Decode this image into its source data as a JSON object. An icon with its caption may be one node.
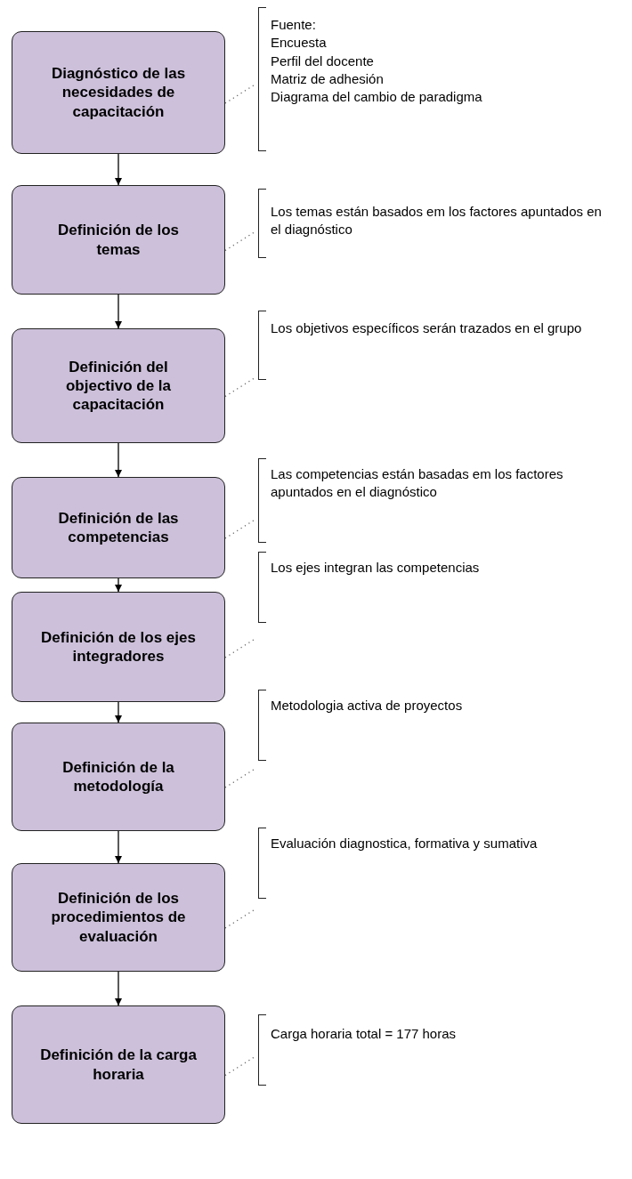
{
  "diagram": {
    "nodes": [
      {
        "text": [
          "Diagnóstico de las necesidades de capacitación"
        ]
      },
      {
        "text": [
          "Fuente:",
          "Encuesta",
          "Perfil del docente",
          "Matriz de adhesión",
          "Diagrama del cambio de paradigma"
        ]
      },
      {
        "text": [
          "Definición de los temas"
        ]
      },
      {
        "text": [
          "Los temas están basados em los factores apuntados en el diagnóstico"
        ]
      },
      {
        "text": [
          "Definición del objectivo de la capacitación"
        ]
      },
      {
        "text": [
          "Los objetivos específicos serán trazados en el grupo"
        ]
      },
      {
        "text": [
          "Definición de las competencias"
        ]
      },
      {
        "text": [
          "Las competencias están basadas em los factores apuntados en el diagnóstico"
        ]
      },
      {
        "text": [
          "Definición de los ejes integradores"
        ]
      },
      {
        "text": [
          "Los ejes integran las competencias"
        ]
      },
      {
        "text": [
          "Definición de la metodología"
        ]
      },
      {
        "text": [
          "Metodologia activa de proyectos"
        ]
      },
      {
        "text": [
          "Definición de los procedimientos de evaluación"
        ]
      },
      {
        "text": [
          "Evaluación diagnostica, formativa y sumativa"
        ]
      },
      {
        "text": [
          "Definición de la carga horaria"
        ]
      },
      {
        "text": [
          "Carga horaria total = 177 horas"
        ]
      }
    ],
    "edges": [
      {
        "from": 0,
        "to": 2,
        "arrow": "to",
        "color": "#000000"
      },
      {
        "from": 2,
        "to": 4,
        "arrow": "to",
        "color": "#000000"
      },
      {
        "from": 4,
        "to": 6,
        "arrow": "to",
        "color": "#000000"
      },
      {
        "from": 6,
        "to": 8,
        "arrow": "to",
        "color": "#000000"
      },
      {
        "from": 8,
        "to": 10,
        "arrow": "to",
        "color": "#000000"
      },
      {
        "from": 10,
        "to": 12,
        "arrow": "to",
        "color": "#000000"
      },
      {
        "from": 12,
        "to": 14,
        "arrow": "to",
        "color": "#000000"
      },
      {
        "from": 0,
        "to": 1,
        "arrow": "none",
        "style": "dashed"
      },
      {
        "from": 2,
        "to": 3,
        "arrow": "none",
        "style": "dashed"
      },
      {
        "from": 4,
        "to": 5,
        "arrow": "none",
        "style": "dashed"
      },
      {
        "from": 6,
        "to": 7,
        "arrow": "none",
        "style": "dashed"
      },
      {
        "from": 8,
        "to": 9,
        "arrow": "none",
        "style": "dashed"
      },
      {
        "from": 10,
        "to": 11,
        "arrow": "none",
        "style": "dashed"
      },
      {
        "from": 12,
        "to": 13,
        "arrow": "none",
        "style": "dashed"
      },
      {
        "from": 14,
        "to": 15,
        "arrow": "none",
        "style": "dashed"
      }
    ]
  }
}
